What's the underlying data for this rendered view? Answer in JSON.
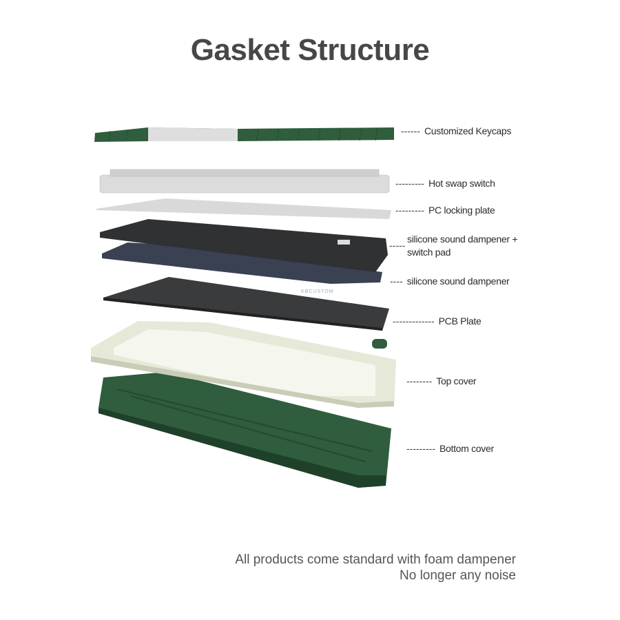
{
  "title": "Gasket Structure",
  "layers": [
    {
      "label": "Customized Keycaps",
      "dashes": "------"
    },
    {
      "label": "Hot swap switch",
      "dashes": "---------"
    },
    {
      "label": "PC locking plate",
      "dashes": "---------"
    },
    {
      "label": "silicone sound dampener +",
      "label2": "switch pad",
      "dashes": "-----"
    },
    {
      "label": "silicone sound dampener",
      "dashes": "----"
    },
    {
      "label": "PCB Plate",
      "dashes": "-------------"
    },
    {
      "label": "Top cover",
      "dashes": "--------"
    },
    {
      "label": "Bottom cover",
      "dashes": "---------"
    }
  ],
  "watermark": "KBCUSTOM",
  "footer": {
    "line1": "All products come standard with foam dampener",
    "line2": "No longer any noise"
  },
  "colors": {
    "green": "#2f5d3d",
    "cream": "#e6e8d6",
    "dark": "#2e2f31",
    "navy": "#3a4152"
  }
}
